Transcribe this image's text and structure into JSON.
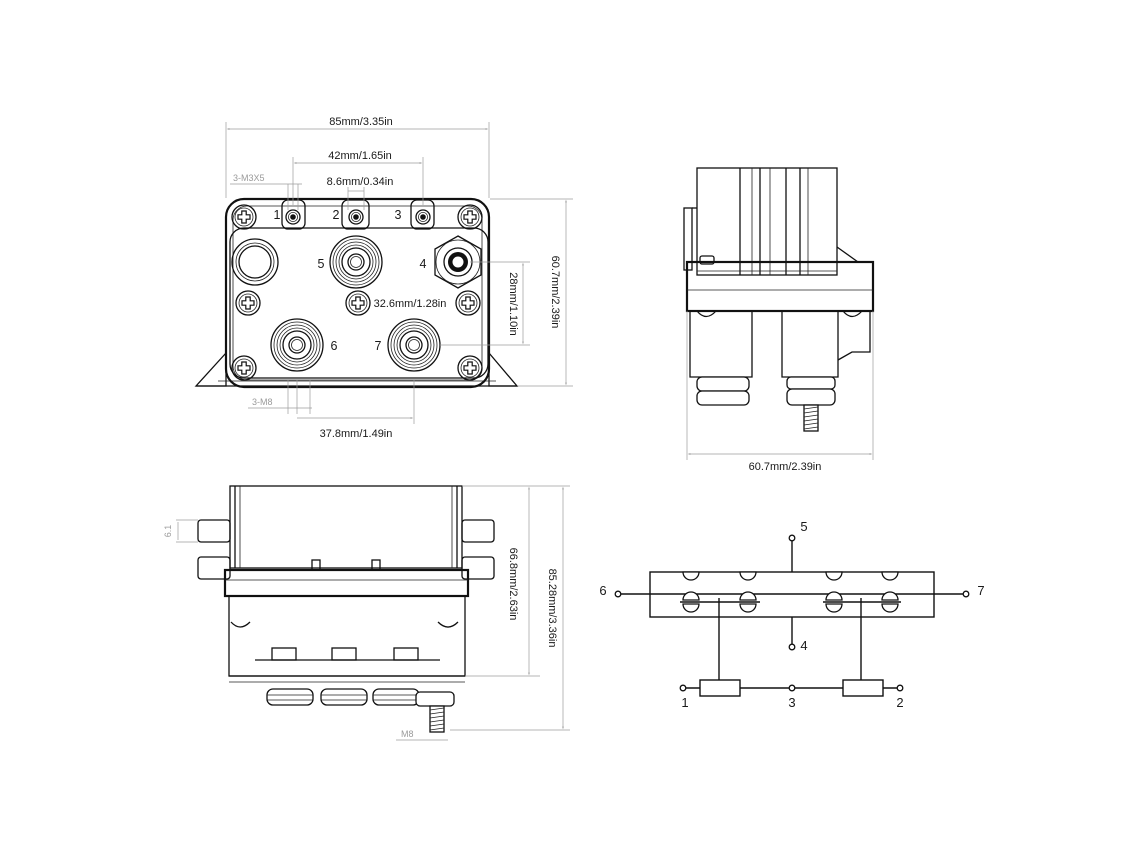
{
  "front_view": {
    "width": "85mm/3.35in",
    "hole_pitch": "42mm/1.65in",
    "hole_diameter": "8.6mm/0.34in",
    "screw_spec": "3-M3X5",
    "height": "60.7mm/2.39in",
    "vertical_spacing": "28mm/1.10in",
    "horizontal_spacing": "32.6mm/1.28in",
    "stud_spec": "3-M8",
    "stud_spacing": "37.8mm/1.49in",
    "pins": [
      "1",
      "2",
      "3",
      "4",
      "5",
      "6",
      "7"
    ]
  },
  "side_view": {
    "depth": "60.7mm/2.39in"
  },
  "bottom_view": {
    "small_dim": "6.1",
    "body_height": "66.8mm/2.63in",
    "total_height": "85.28mm/3.36in",
    "stud_spec": "M8"
  },
  "schematic": {
    "terminals": [
      "1",
      "2",
      "3",
      "4",
      "5",
      "6",
      "7"
    ]
  }
}
